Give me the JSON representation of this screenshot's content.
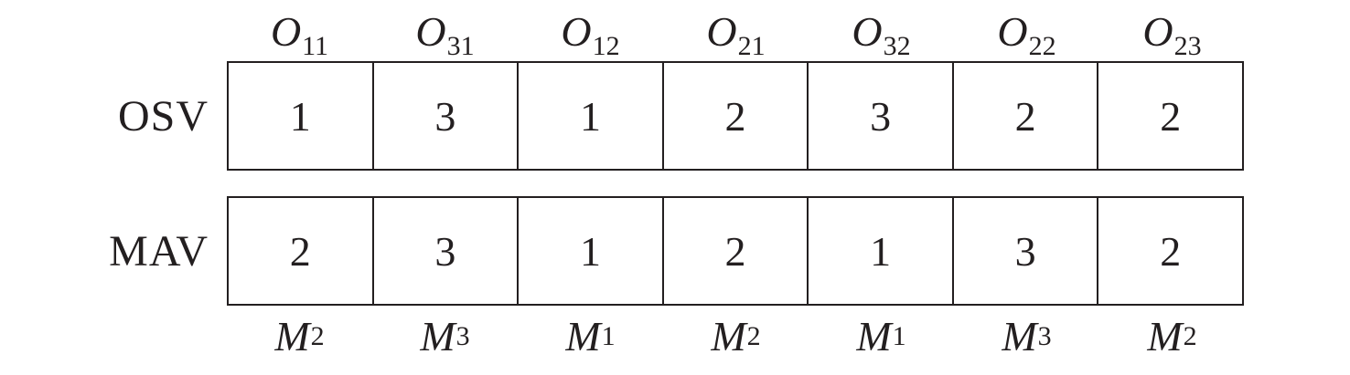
{
  "operations": [
    {
      "symbol": "O",
      "sub": "11"
    },
    {
      "symbol": "O",
      "sub": "31"
    },
    {
      "symbol": "O",
      "sub": "12"
    },
    {
      "symbol": "O",
      "sub": "21"
    },
    {
      "symbol": "O",
      "sub": "32"
    },
    {
      "symbol": "O",
      "sub": "22"
    },
    {
      "symbol": "O",
      "sub": "23"
    }
  ],
  "osv": {
    "label": "OSV",
    "values": [
      "1",
      "3",
      "1",
      "2",
      "3",
      "2",
      "2"
    ]
  },
  "mav": {
    "label": "MAV",
    "values": [
      "2",
      "3",
      "1",
      "2",
      "1",
      "3",
      "2"
    ]
  },
  "machines": [
    {
      "symbol": "M",
      "sub": "2"
    },
    {
      "symbol": "M",
      "sub": "3"
    },
    {
      "symbol": "M",
      "sub": "1"
    },
    {
      "symbol": "M",
      "sub": "2"
    },
    {
      "symbol": "M",
      "sub": "1"
    },
    {
      "symbol": "M",
      "sub": "3"
    },
    {
      "symbol": "M",
      "sub": "2"
    }
  ]
}
